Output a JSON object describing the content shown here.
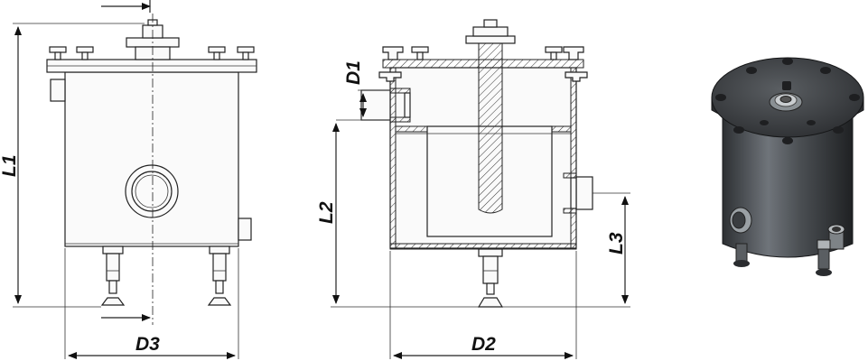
{
  "labels": {
    "l1": "L1",
    "l2": "L2",
    "l3": "L3",
    "d1": "D1",
    "d2": "D2",
    "d3": "D3"
  },
  "colors": {
    "line": "#222222",
    "tank_dark": "#3a3d40",
    "tank_light": "#7a7f84",
    "lid": "#2b2d30",
    "bolt": "#1e1f21"
  }
}
